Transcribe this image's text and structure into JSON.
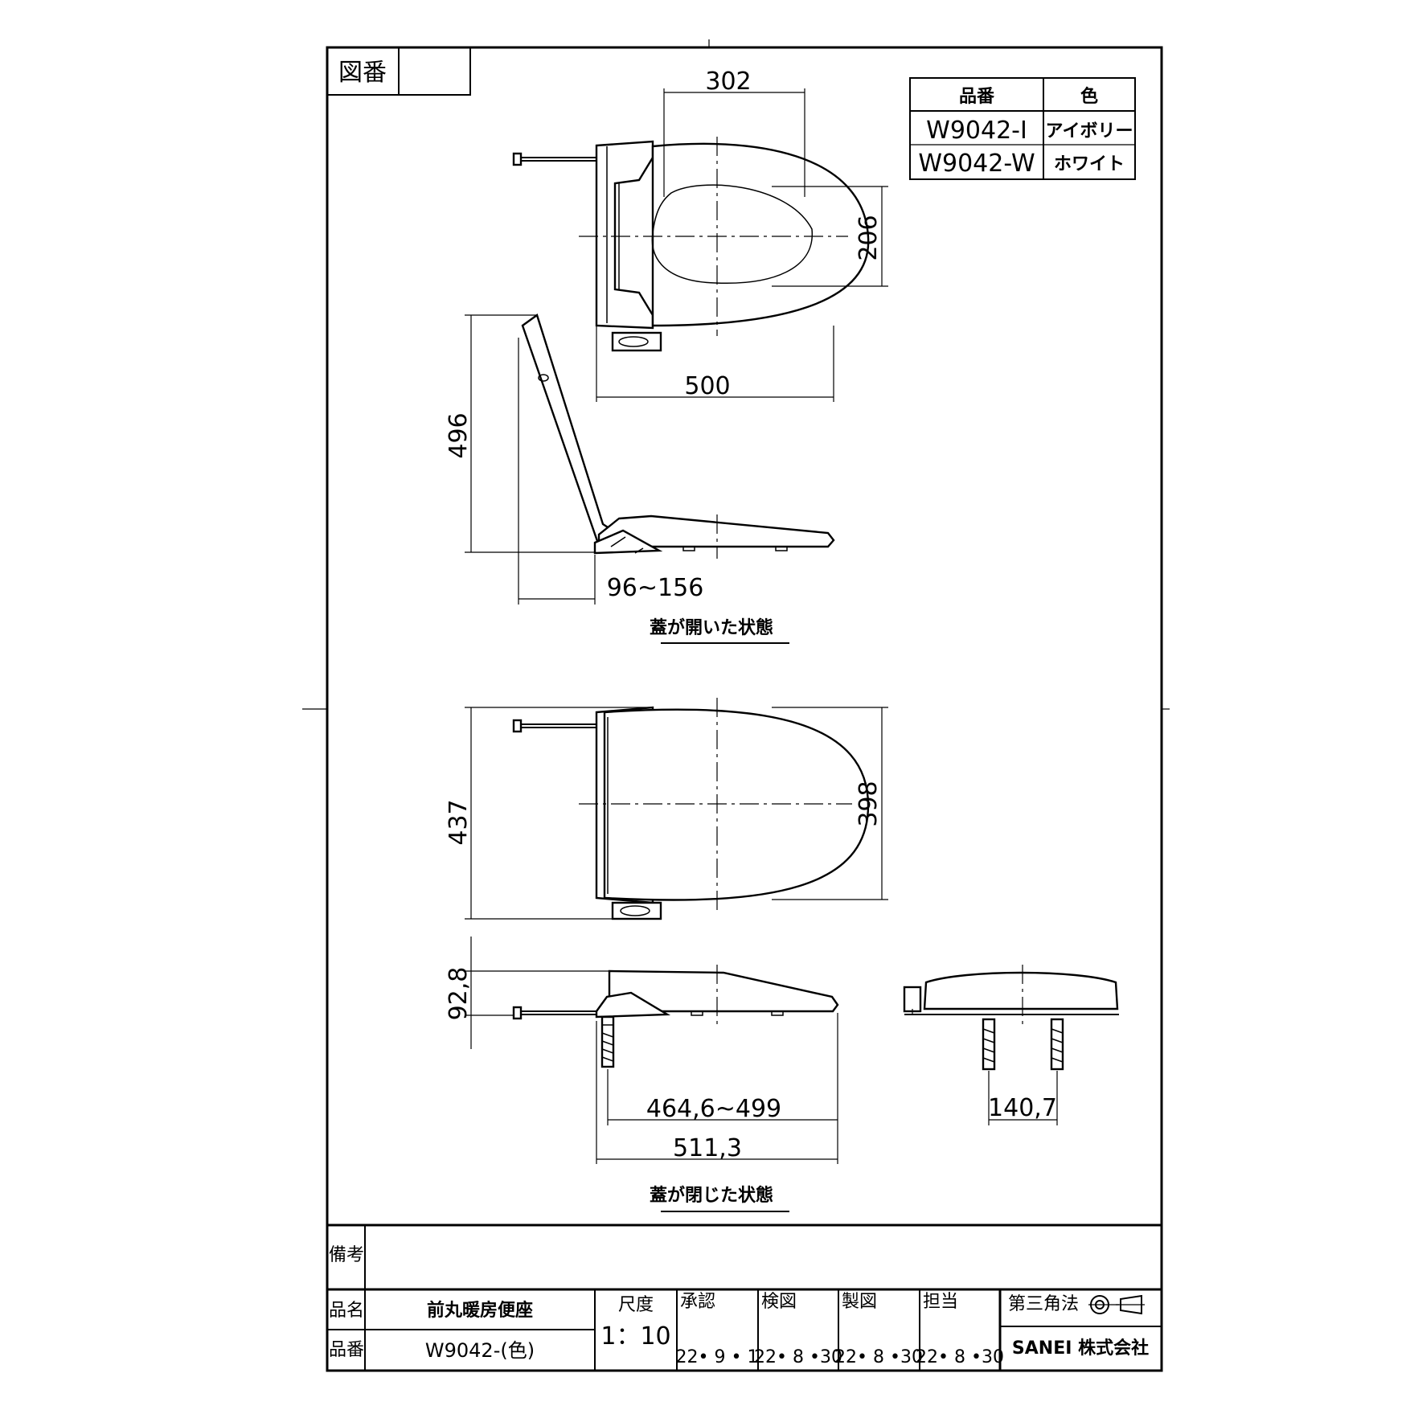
{
  "title_block": {
    "zuban_label": "図番",
    "zuban_value": "",
    "bikou_label": "備考",
    "hinmei_label": "品名",
    "hinmei_value": "前丸暖房便座",
    "hinban_label": "品番",
    "hinban_value": "W9042-(色)",
    "shakudo_label": "尺度",
    "shakudo_value": "1：10",
    "approvals": [
      {
        "label": "承認",
        "date": "22• 9 •  1"
      },
      {
        "label": "検図",
        "date": "22• 8 •30"
      },
      {
        "label": "製図",
        "date": "22• 8 •30"
      },
      {
        "label": "担当",
        "date": "22• 8 •30"
      }
    ],
    "projection": "第三角法",
    "company": "SANEI 株式会社"
  },
  "color_table": {
    "headers": [
      "品番",
      "色"
    ],
    "rows": [
      [
        "W9042-I",
        "アイボリー"
      ],
      [
        "W9042-W",
        "ホワイト"
      ]
    ]
  },
  "dimensions": {
    "top_width": "302",
    "hole_width": "206",
    "top_length": "500",
    "open_height": "496",
    "hinge_offset": "96~156",
    "plan_length": "437",
    "plan_width": "398",
    "side_height": "92,8",
    "mount_range": "464,6~499",
    "side_length": "511,3",
    "bolt_pitch": "140,7"
  },
  "captions": {
    "open_state": "蓋が開いた状態",
    "closed_state": "蓋が閉じた状態"
  }
}
